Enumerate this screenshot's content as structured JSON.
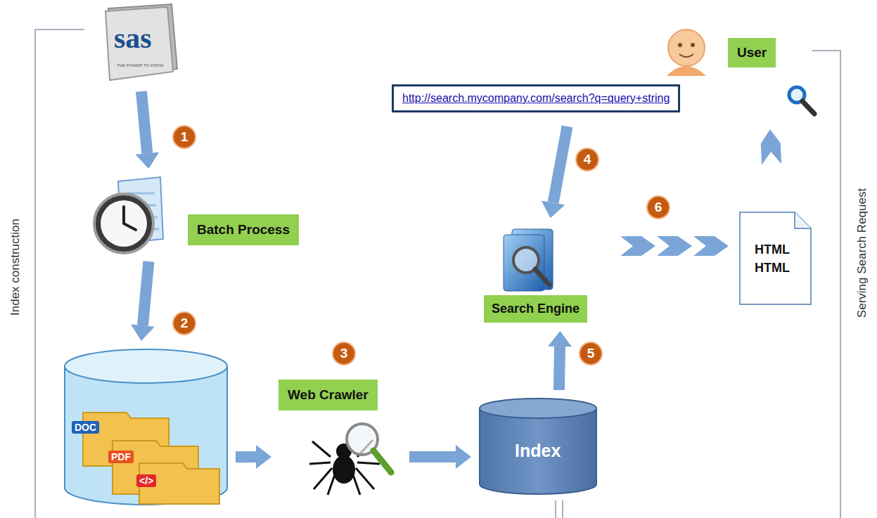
{
  "diagram": {
    "nodes": [
      {
        "text": [
          "sas",
          "THE POWER TO KNOW"
        ]
      },
      {
        "text": [
          "Batch Process"
        ]
      },
      {
        "text": [
          "DOC",
          "PDF",
          "</>"
        ]
      },
      {
        "text": [
          "Web Crawler"
        ]
      },
      {
        "text": [
          "Index"
        ]
      },
      {
        "text": [
          "Search Engine"
        ]
      },
      {
        "text": [
          "http://search.mycompany.com/search?q=query+string"
        ]
      },
      {
        "text": [
          "HTML HTML"
        ]
      },
      {
        "text": [
          "User"
        ]
      }
    ],
    "edges": [
      {
        "from": 0,
        "to": 1,
        "arrow": "to"
      },
      {
        "from": 1,
        "to": 2,
        "arrow": "to"
      },
      {
        "from": 2,
        "to": 3,
        "arrow": "to"
      },
      {
        "from": 3,
        "to": 4,
        "arrow": "to"
      },
      {
        "from": 6,
        "to": 5,
        "arrow": "to"
      },
      {
        "from": 4,
        "to": 5,
        "arrow": "to"
      },
      {
        "from": 5,
        "to": 7,
        "arrow": "to"
      },
      {
        "from": 7,
        "to": 6,
        "arrow": "to"
      }
    ],
    "labels": [
      "1",
      "2",
      "3",
      "4",
      "5",
      "6",
      "Index construction",
      "Serving Search Request"
    ]
  }
}
